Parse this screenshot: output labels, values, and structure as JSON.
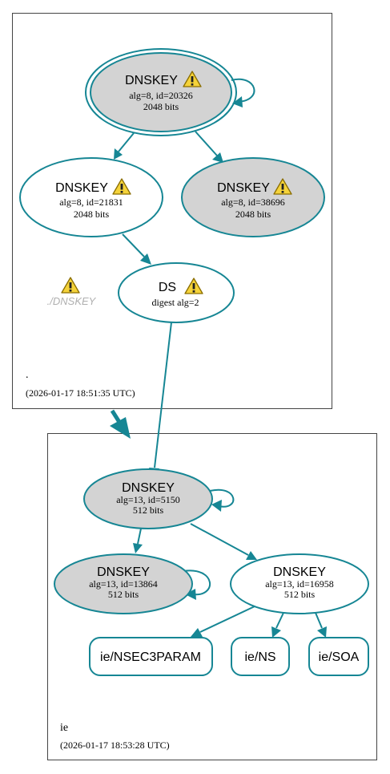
{
  "zones": {
    "root": {
      "label": ".",
      "timestamp": "(2026-01-17 18:51:35 UTC)"
    },
    "ie": {
      "label": "ie",
      "timestamp": "(2026-01-17 18:53:28 UTC)"
    }
  },
  "nodes": {
    "root_ksk": {
      "title": "DNSKEY",
      "line1": "alg=8, id=20326",
      "line2": "2048 bits",
      "warning": true
    },
    "root_zsk1": {
      "title": "DNSKEY",
      "line1": "alg=8, id=21831",
      "line2": "2048 bits",
      "warning": true
    },
    "root_zsk2": {
      "title": "DNSKEY",
      "line1": "alg=8, id=38696",
      "line2": "2048 bits",
      "warning": true
    },
    "ds": {
      "title": "DS",
      "line1": "digest alg=2",
      "warning": true
    },
    "ghost": {
      "label": "./DNSKEY",
      "warning": true
    },
    "ie_ksk": {
      "title": "DNSKEY",
      "line1": "alg=13, id=5150",
      "line2": "512 bits"
    },
    "ie_key2": {
      "title": "DNSKEY",
      "line1": "alg=13, id=13864",
      "line2": "512 bits"
    },
    "ie_zsk": {
      "title": "DNSKEY",
      "line1": "alg=13, id=16958",
      "line2": "512 bits"
    },
    "ie_nsec3param": {
      "title": "ie/NSEC3PARAM"
    },
    "ie_ns": {
      "title": "ie/NS"
    },
    "ie_soa": {
      "title": "ie/SOA"
    }
  },
  "colors": {
    "edge": "#168694",
    "node_fill_gray": "#d3d3d3",
    "node_fill_white": "#ffffff",
    "warning_fill": "#f5d33a",
    "zone_border": "#444444"
  },
  "icons": {
    "warning": "warning-triangle-icon"
  }
}
